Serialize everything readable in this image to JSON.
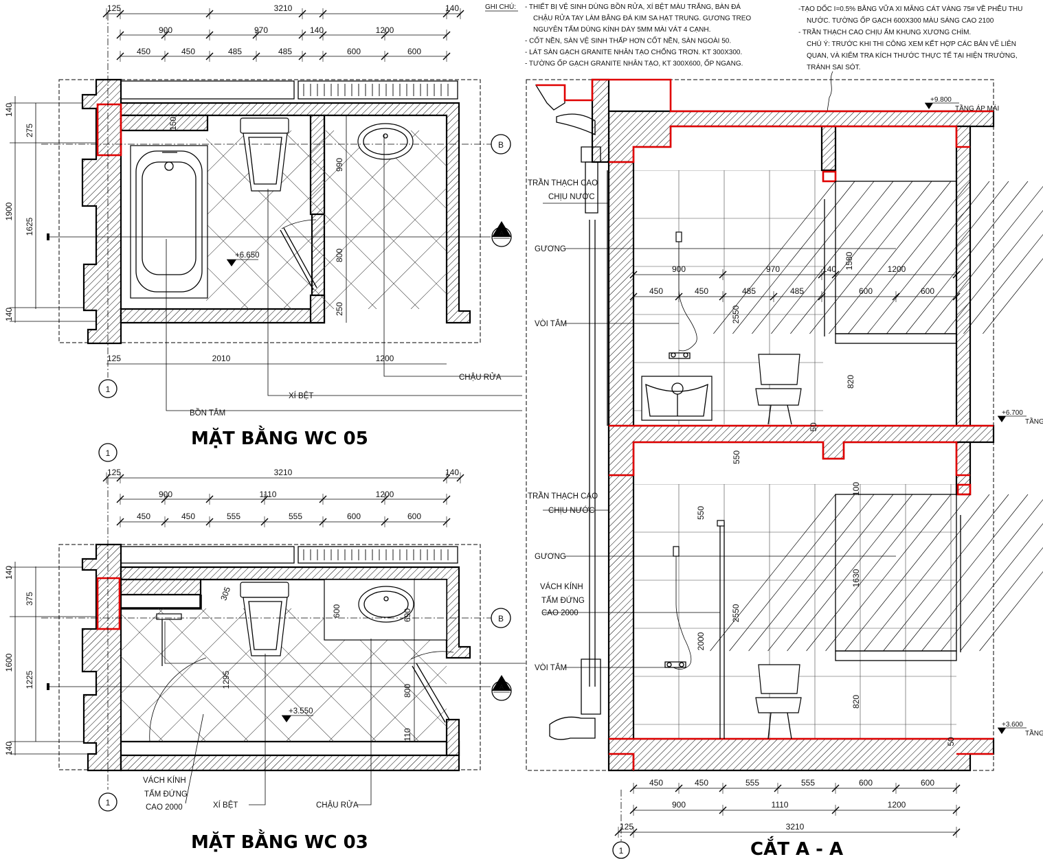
{
  "titles": {
    "plan_wc05": "MẶT BẰNG WC 05",
    "plan_wc03": "MẶT BẰNG WC 03",
    "section": "CẮT A - A"
  },
  "notes": {
    "heading": "GHI CHÚ:",
    "left": [
      "- THIẾT BỊ VỆ SINH DÙNG BỒN RỬA, XÍ BỆT MÀU TRẮNG, BÀN ĐÁ",
      "CHẬU RỬA TAY LÀM BẰNG ĐÁ KIM SA HẠT TRUNG. GƯƠNG TREO",
      "NGUYÊN TẤM DÙNG KÍNH DÀY 5MM MÀI VÁT 4 CẠNH.",
      "- CỐT NỀN, SÀN VỆ SINH THẤP HƠN CỐT NỀN, SÀN NGOÀI 50.",
      "- LÁT SÀN GẠCH GRANITE NHÂN TẠO CHỐNG TRƠN. KT 300X300.",
      "- TƯỜNG ỐP GẠCH GRANITE NHÂN TẠO, KT 300X600, ỐP NGANG."
    ],
    "right": [
      "-TẠO DỐC I=0.5% BẰNG VỮA XI MĂNG CÁT VÀNG 75# VỀ PHỄU THU",
      "NƯỚC. TƯỜNG ỐP GẠCH 600X300 MÀU SÁNG CAO 2100",
      "- TRẦN THẠCH CAO CHỊU ẨM KHUNG XƯƠNG CHÌM.",
      "CHÚ Ý: TRƯỚC KHI THI CÔNG XEM KẾT HỢP CÁC BẢN VẼ LIÊN",
      "QUAN, VÀ KIỂM TRA KÍCH THƯỚC THỰC TẾ TẠI HIỆN TRƯỜNG,",
      "TRÁNH SAI SÓT."
    ]
  },
  "plan05": {
    "top_overall": [
      "125",
      "3210",
      "140"
    ],
    "top_mid": [
      "900",
      "970",
      "140",
      "1200"
    ],
    "top_fine": [
      "450",
      "450",
      "485",
      "485",
      "600",
      "600"
    ],
    "left_outer": [
      "140",
      "1900",
      "140"
    ],
    "left_inner": [
      "275",
      "1625"
    ],
    "bottom": [
      "125",
      "2010",
      "1200"
    ],
    "inner": [
      "150",
      "990",
      "800",
      "250"
    ],
    "level": "+6.650",
    "grid_1": "1",
    "grid_b": "B",
    "section_a": "A",
    "labels": {
      "chau_rua": "CHẬU RỬA",
      "xi_bet": "XÍ BỆT",
      "bon_tam": "BỒN TẮM"
    }
  },
  "plan03": {
    "top_overall": [
      "125",
      "3210",
      "140"
    ],
    "top_mid": [
      "900",
      "1110",
      "1200"
    ],
    "top_fine": [
      "450",
      "450",
      "555",
      "555",
      "600",
      "600"
    ],
    "left_outer": [
      "140",
      "1600",
      "140"
    ],
    "left_inner": [
      "375",
      "1225"
    ],
    "inner": [
      "305",
      "600",
      "690",
      "1295",
      "800",
      "110"
    ],
    "level": "+3.550",
    "grid_1_top": "1",
    "grid_1": "1",
    "grid_b": "B",
    "section_a": "A",
    "labels": {
      "vach_kinh": [
        "VÁCH KÍNH",
        "TẤM ĐỨNG",
        "CAO 2000"
      ],
      "xi_bet": "XÍ BỆT",
      "chau_rua": "CHẬU RỬA"
    }
  },
  "section": {
    "upper": {
      "fine": [
        "900",
        "970",
        "140",
        "1200"
      ],
      "fine2": [
        "450",
        "450",
        "485",
        "485",
        "600",
        "600"
      ],
      "heights": [
        "1580",
        "2550",
        "820",
        "50"
      ]
    },
    "lower": {
      "heights": [
        "550",
        "100",
        "550",
        "1630",
        "2550",
        "2000",
        "820",
        "50"
      ]
    },
    "bottom_fine": [
      "450",
      "450",
      "555",
      "555",
      "600",
      "600"
    ],
    "bottom_mid": [
      "900",
      "1110",
      "1200"
    ],
    "bottom_overall": [
      "125",
      "3210"
    ],
    "grid_1": "1",
    "levels": {
      "roof": "+9.800",
      "roof_label": "TẦNG ÁP MÁI",
      "floor2": "+6.700",
      "floor2_label": "TẦNG",
      "floor1": "+3.600",
      "floor1_label": "TẦNG"
    },
    "labels_upper": {
      "tran": [
        "TRẦN THẠCH CAO",
        "CHỊU NƯỚC"
      ],
      "guong": "GƯƠNG",
      "voi_tam": "VÒI TẮM"
    },
    "labels_lower": {
      "tran": [
        "TRẦN THẠCH CAO",
        "CHỊU NƯỚC"
      ],
      "guong": "GƯƠNG",
      "vach_kinh": [
        "VÁCH KÍNH",
        "TẤM ĐỨNG",
        "CAO 2000"
      ],
      "voi_tam": "VÒI TẮM"
    }
  },
  "colors": {
    "line": "#000000",
    "highlight": "#e00000",
    "background": "#ffffff"
  }
}
